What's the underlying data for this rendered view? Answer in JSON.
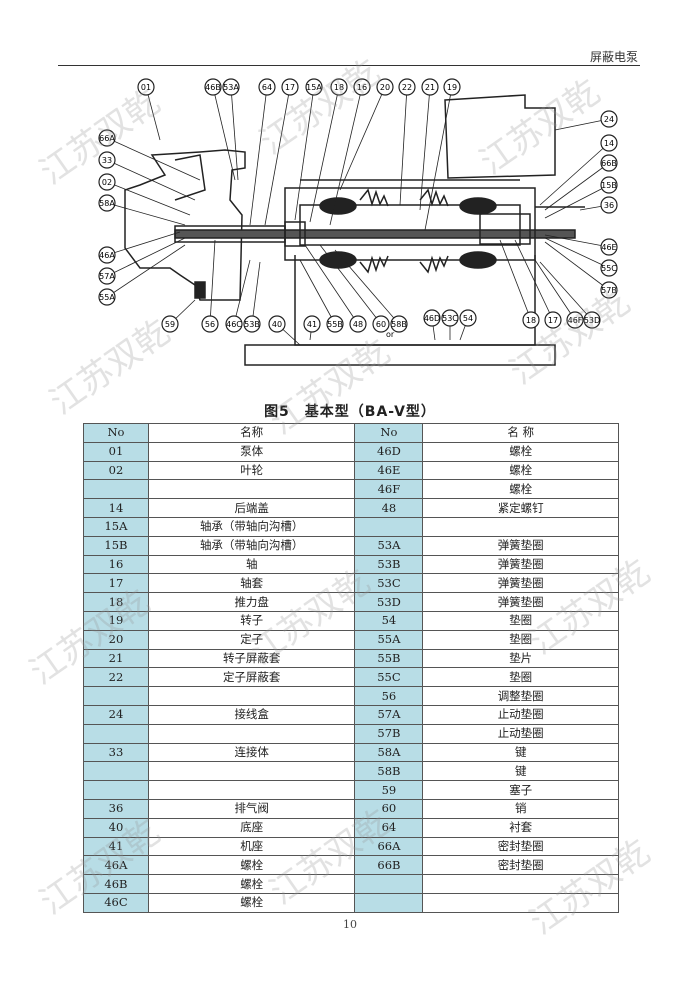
{
  "header": {
    "title": "屏蔽电泵"
  },
  "figure": {
    "caption": "图5　基本型（BA-V型）",
    "callouts": [
      "01",
      "46B",
      "53A",
      "64",
      "17",
      "15A",
      "18",
      "16",
      "20",
      "22",
      "21",
      "19",
      "24",
      "14",
      "66B",
      "15B",
      "36",
      "66A",
      "33",
      "02",
      "58A",
      "46A",
      "57A",
      "55A",
      "46E",
      "55C",
      "57B",
      "59",
      "56",
      "46C",
      "53B",
      "40",
      "41",
      "55B",
      "48",
      "60",
      "58B",
      "46D",
      "53C",
      "54",
      "18",
      "17",
      "46F",
      "53D"
    ],
    "or_label": "or"
  },
  "table": {
    "headers": [
      "No",
      "名称",
      "No",
      "名 称"
    ],
    "rows": [
      [
        "01",
        "泵体",
        "46D",
        "螺栓"
      ],
      [
        "02",
        "叶轮",
        "46E",
        "螺栓"
      ],
      [
        "",
        "",
        "46F",
        "螺栓"
      ],
      [
        "14",
        "后端盖",
        "48",
        "紧定螺钉"
      ],
      [
        "15A",
        "轴承（带轴向沟槽）",
        "",
        ""
      ],
      [
        "15B",
        "轴承（带轴向沟槽）",
        "53A",
        "弹簧垫圈"
      ],
      [
        "16",
        "轴",
        "53B",
        "弹簧垫圈"
      ],
      [
        "17",
        "轴套",
        "53C",
        "弹簧垫圈"
      ],
      [
        "18",
        "推力盘",
        "53D",
        "弹簧垫圈"
      ],
      [
        "19",
        "转子",
        "54",
        "垫圈"
      ],
      [
        "20",
        "定子",
        "55A",
        "垫圈"
      ],
      [
        "21",
        "转子屏蔽套",
        "55B",
        "垫片"
      ],
      [
        "22",
        "定子屏蔽套",
        "55C",
        "垫圈"
      ],
      [
        "",
        "",
        "56",
        "调整垫圈"
      ],
      [
        "24",
        "接线盒",
        "57A",
        "止动垫圈"
      ],
      [
        "",
        "",
        "57B",
        "止动垫圈"
      ],
      [
        "33",
        "连接体",
        "58A",
        "键"
      ],
      [
        "",
        "",
        "58B",
        "键"
      ],
      [
        "",
        "",
        "59",
        "塞子"
      ],
      [
        "36",
        "排气阀",
        "60",
        "销"
      ],
      [
        "40",
        "底座",
        "64",
        "衬套"
      ],
      [
        "41",
        "机座",
        "66A",
        "密封垫圈"
      ],
      [
        "46A",
        "螺栓",
        "66B",
        "密封垫圈"
      ],
      [
        "46B",
        "螺栓",
        "",
        ""
      ],
      [
        "46C",
        "螺栓",
        "",
        ""
      ]
    ]
  },
  "page_number": "10",
  "watermark": "江苏双乾"
}
